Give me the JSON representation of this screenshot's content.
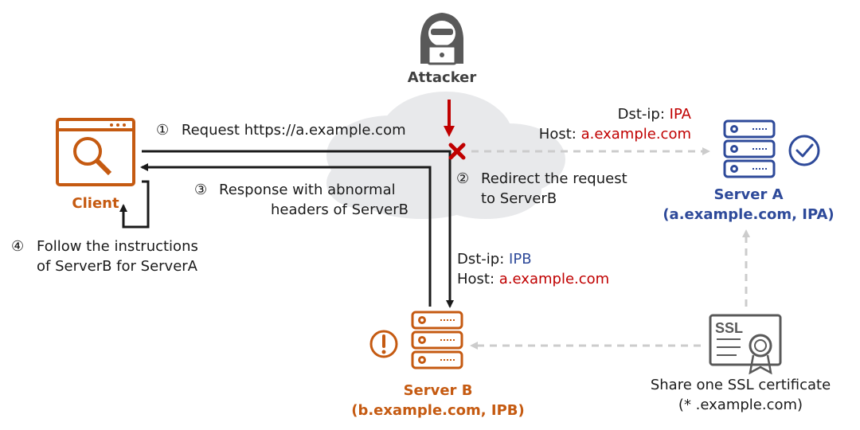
{
  "attacker": {
    "label": "Attacker"
  },
  "client": {
    "label": "Client"
  },
  "steps": {
    "s1": {
      "num": "①",
      "text": "Request https://a.example.com"
    },
    "s2": {
      "num": "②",
      "line1": "Redirect the request",
      "line2": "to ServerB"
    },
    "s3": {
      "num": "③",
      "line1": "Response with  abnormal",
      "line2": "headers of ServerB"
    },
    "s4": {
      "num": "④",
      "line1": "Follow the instructions",
      "line2": "of ServerB for ServerA"
    }
  },
  "server_a": {
    "dst_label": "Dst-ip:",
    "dst_value": "IPA",
    "host_label": "Host:",
    "host_value": "a.example.com",
    "name": "Server A",
    "detail": "(a.example.com, IPA)"
  },
  "server_b": {
    "dst_label": "Dst-ip:",
    "dst_value": "IPB",
    "host_label": "Host:",
    "host_value": "a.example.com",
    "name": "Server B",
    "detail": "(b.example.com, IPB)"
  },
  "ssl": {
    "icon_text": "SSL",
    "line1": "Share one SSL certificate",
    "line2": "(* .example.com)"
  },
  "colors": {
    "orange": "#c55a11",
    "blue": "#2e4a9a",
    "red": "#c00000",
    "cloud": "#e8e9eb",
    "dash": "#cccccc",
    "dark": "#1a1a1a",
    "gray": "#595959"
  }
}
